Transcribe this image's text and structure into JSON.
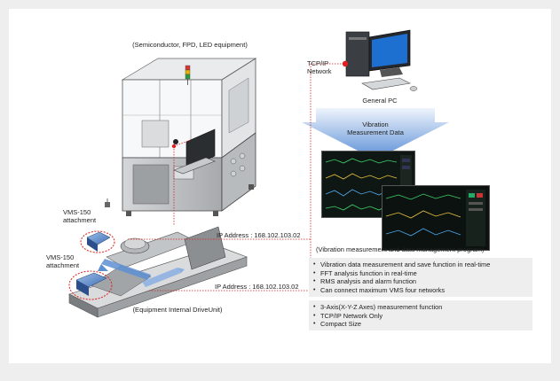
{
  "labels": {
    "equipment_caption": "(Semiconductor, FPD, LED equipment)",
    "network_label_line1": "TCP/IP",
    "network_label_line2": "Network",
    "pc_label": "General PC",
    "data_label_line1": "Vibration",
    "data_label_line2": "Measurement Data",
    "program_caption": "(Vibration measurement and data management program)",
    "vms_attachment_1_line1": "VMS-150",
    "vms_attachment_1_line2": "attachment",
    "vms_attachment_2_line1": "VMS-150",
    "vms_attachment_2_line2": "attachment",
    "ip_address_1": "IP Address : 168.102.103.02",
    "ip_address_2": "IP Address : 168.102.103.02",
    "drive_unit_caption": "(Equipment Internal DriveUnit)"
  },
  "program_features": [
    "Vibration data measurement and save function in real-time",
    "FFT analysis function in real-time",
    "RMS analysis and alarm function",
    "Can connect maximum VMS four networks"
  ],
  "sensor_features": [
    "3-Axis(X-Y-Z Axes) measurement function",
    "TCP/IP Network Only",
    "Compact Size"
  ],
  "colors": {
    "connector_line": "#d42020",
    "arrow_gradient_top": "#d8e6f7",
    "arrow_gradient_bottom": "#5d8fd3",
    "panel_bg": "#eeeeee",
    "highlight_circle": "#e03030"
  }
}
